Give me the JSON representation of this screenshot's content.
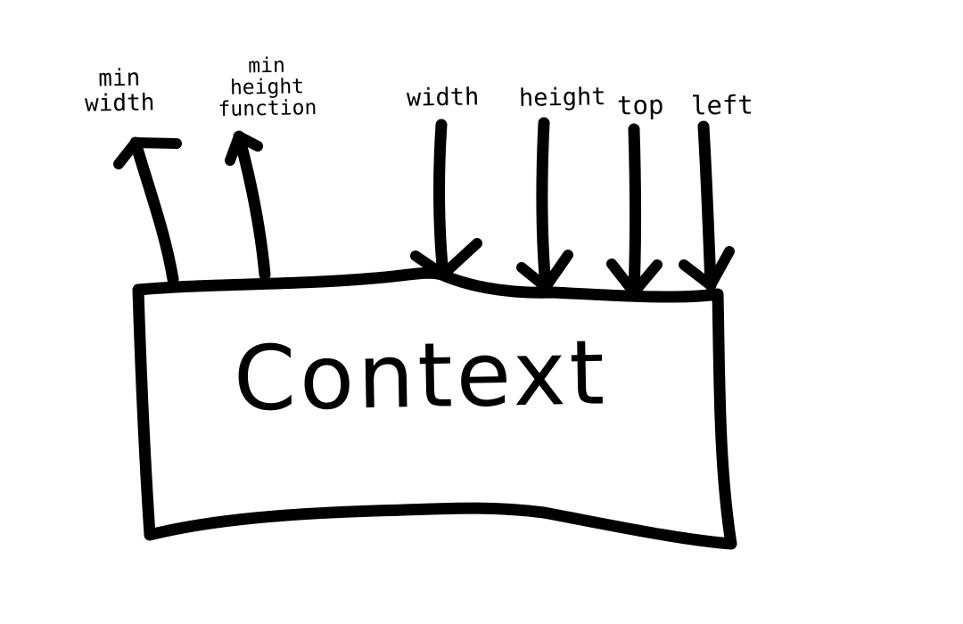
{
  "diagram": {
    "box_label": "Context",
    "outputs": [
      {
        "label_lines": [
          "min",
          "width"
        ],
        "direction": "out"
      },
      {
        "label_lines": [
          "min",
          "height",
          "function"
        ],
        "direction": "out"
      }
    ],
    "inputs": [
      {
        "label": "width",
        "direction": "in"
      },
      {
        "label": "height",
        "direction": "in"
      },
      {
        "label": "top",
        "direction": "in"
      },
      {
        "label": "left",
        "direction": "in"
      }
    ],
    "colors": {
      "ink": "#000000",
      "background": "#ffffff"
    }
  }
}
